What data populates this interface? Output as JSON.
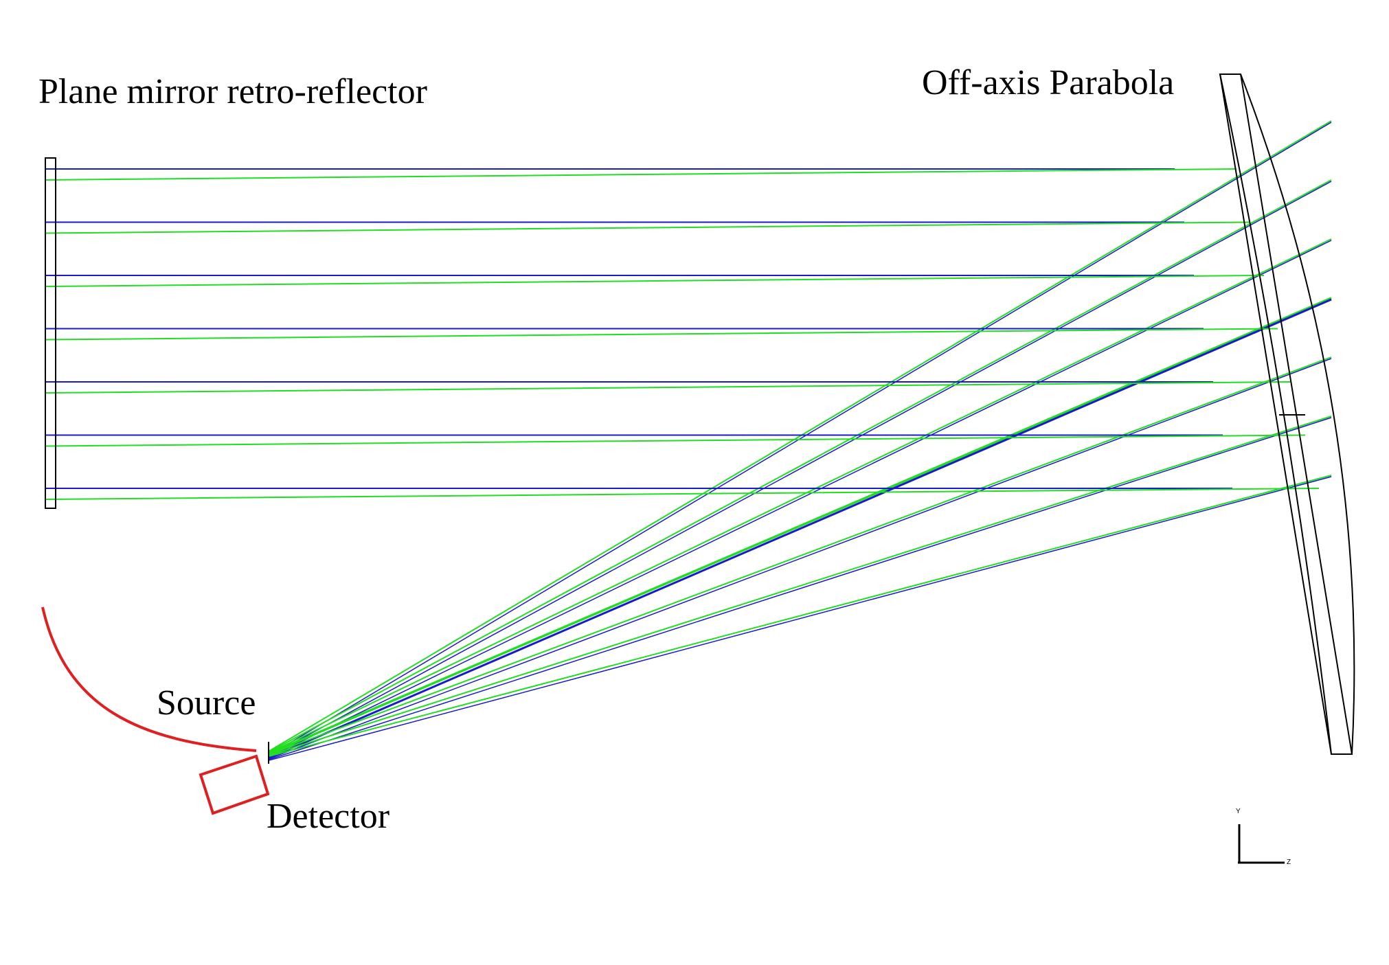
{
  "labels": {
    "mirror": "Plane mirror retro-reflector",
    "parabola": "Off-axis Parabola",
    "source": "Source",
    "detector": "Detector",
    "axis_y": "Y",
    "axis_z": "Z"
  },
  "colors": {
    "ray_green": "#22dd22",
    "ray_blue": "#1a1acc",
    "outline": "#000000",
    "annotation": "#e02020",
    "background": "#ffffff"
  },
  "rays": {
    "count": 7
  }
}
